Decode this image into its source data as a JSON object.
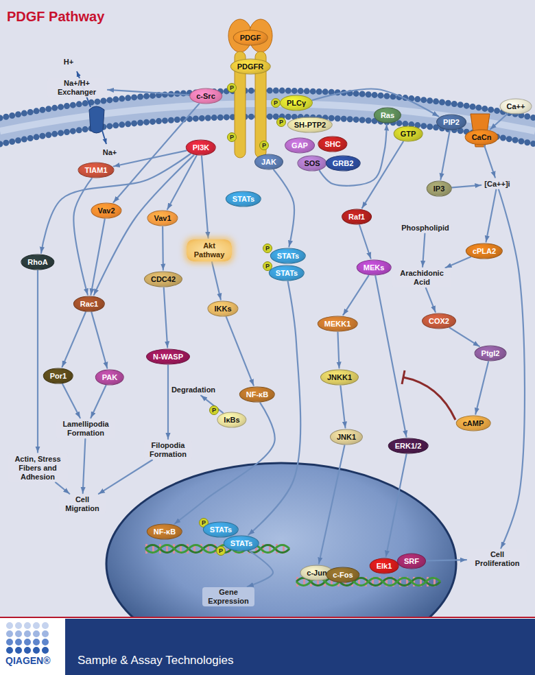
{
  "diagram": {
    "title": "PDGF Pathway",
    "nodes": [
      {
        "text": [
          "PDGF"
        ]
      },
      {
        "text": [
          "PDGFR"
        ]
      },
      {
        "text": [
          "c-Src"
        ]
      },
      {
        "text": [
          "PLCγ"
        ]
      },
      {
        "text": [
          "SH-PTP2"
        ]
      },
      {
        "text": [
          "PI3K"
        ]
      },
      {
        "text": [
          "GAP"
        ]
      },
      {
        "text": [
          "SHC"
        ]
      },
      {
        "text": [
          "SOS"
        ]
      },
      {
        "text": [
          "GRB2"
        ]
      },
      {
        "text": [
          "JAK"
        ]
      },
      {
        "text": [
          "Ras"
        ]
      },
      {
        "text": [
          "GTP"
        ]
      },
      {
        "text": [
          "PIP2"
        ]
      },
      {
        "text": [
          "Na+/H+ Exchanger"
        ]
      },
      {
        "text": [
          "Ca++"
        ]
      },
      {
        "text": [
          "CaCn"
        ]
      },
      {
        "text": [
          "TIAM1"
        ]
      },
      {
        "text": [
          "STATs"
        ]
      },
      {
        "text": [
          "Raf1"
        ]
      },
      {
        "text": [
          "IP3"
        ]
      },
      {
        "text": [
          "[Ca++]i"
        ]
      },
      {
        "text": [
          "Vav2"
        ]
      },
      {
        "text": [
          "Vav1"
        ]
      },
      {
        "text": [
          "Akt Pathway"
        ]
      },
      {
        "text": [
          "STATs"
        ]
      },
      {
        "text": [
          "STATs"
        ]
      },
      {
        "text": [
          "Phospholipid"
        ]
      },
      {
        "text": [
          "cPLA2"
        ]
      },
      {
        "text": [
          "RhoA"
        ]
      },
      {
        "text": [
          "MEKs"
        ]
      },
      {
        "text": [
          "CDC42"
        ]
      },
      {
        "text": [
          "Arachidonic Acid"
        ]
      },
      {
        "text": [
          "Rac1"
        ]
      },
      {
        "text": [
          "IKKs"
        ]
      },
      {
        "text": [
          "MEKK1"
        ]
      },
      {
        "text": [
          "COX2"
        ]
      },
      {
        "text": [
          "N-WASP"
        ]
      },
      {
        "text": [
          "PtgI2"
        ]
      },
      {
        "text": [
          "Por1"
        ]
      },
      {
        "text": [
          "PAK"
        ]
      },
      {
        "text": [
          "JNKK1"
        ]
      },
      {
        "text": [
          "Degradation"
        ]
      },
      {
        "text": [
          "NF-κB"
        ]
      },
      {
        "text": [
          "IκBs"
        ]
      },
      {
        "text": [
          "cAMP"
        ]
      },
      {
        "text": [
          "Lamellipodia Formation"
        ]
      },
      {
        "text": [
          "JNK1"
        ]
      },
      {
        "text": [
          "ERK1/2"
        ]
      },
      {
        "text": [
          "Filopodia Formation"
        ]
      },
      {
        "text": [
          "Actin, Stress Fibers and Adhesion"
        ]
      },
      {
        "text": [
          "Cell Migration"
        ]
      },
      {
        "text": [
          "NF-κB"
        ]
      },
      {
        "text": [
          "STATs"
        ]
      },
      {
        "text": [
          "STATs"
        ]
      },
      {
        "text": [
          "Cell Proliferation"
        ]
      },
      {
        "text": [
          "Elk1"
        ]
      },
      {
        "text": [
          "SRF"
        ]
      },
      {
        "text": [
          "c-Jun"
        ]
      },
      {
        "text": [
          "c-Fos"
        ]
      },
      {
        "text": [
          "Gene Expression"
        ]
      }
    ],
    "edges": [
      {
        "from": 2,
        "to": 14,
        "arrow": "to"
      },
      {
        "from": 2,
        "to": 22,
        "arrow": "to"
      },
      {
        "from": 5,
        "to": 17,
        "arrow": "to"
      },
      {
        "from": 5,
        "to": 29,
        "arrow": "to"
      },
      {
        "from": 5,
        "to": 33,
        "arrow": "to"
      },
      {
        "from": 5,
        "to": 23,
        "arrow": "to"
      },
      {
        "from": 5,
        "to": 24,
        "arrow": "to"
      },
      {
        "from": 3,
        "to": 13,
        "arrow": "to"
      },
      {
        "from": 10,
        "to": 25,
        "arrow": "to"
      },
      {
        "from": 8,
        "to": 11,
        "arrow": "to"
      },
      {
        "from": 12,
        "to": 19,
        "arrow": "to"
      },
      {
        "from": 19,
        "to": 30,
        "arrow": "to"
      },
      {
        "from": 30,
        "to": 35,
        "arrow": "to"
      },
      {
        "from": 30,
        "to": 48,
        "arrow": "to"
      },
      {
        "from": 35,
        "to": 41,
        "arrow": "to"
      },
      {
        "from": 41,
        "to": 47,
        "arrow": "to"
      },
      {
        "from": 47,
        "to": 58,
        "arrow": "to"
      },
      {
        "from": 48,
        "to": 56,
        "arrow": "to"
      },
      {
        "from": 57,
        "to": 55,
        "arrow": "to"
      },
      {
        "from": 13,
        "to": 20,
        "arrow": "to"
      },
      {
        "from": 20,
        "to": 21,
        "arrow": "to"
      },
      {
        "from": 15,
        "to": 16,
        "arrow": "to"
      },
      {
        "from": 16,
        "to": 21,
        "arrow": "to"
      },
      {
        "from": 21,
        "to": 28,
        "arrow": "to"
      },
      {
        "from": 21,
        "to": 55,
        "arrow": "to"
      },
      {
        "from": 27,
        "to": 32,
        "arrow": "to"
      },
      {
        "from": 28,
        "to": 32,
        "arrow": "to"
      },
      {
        "from": 32,
        "to": 36,
        "arrow": "to"
      },
      {
        "from": 36,
        "to": 38,
        "arrow": "to"
      },
      {
        "from": 38,
        "to": 45,
        "arrow": "to"
      },
      {
        "from": 17,
        "to": 33,
        "arrow": "to"
      },
      {
        "from": 22,
        "to": 33,
        "arrow": "to"
      },
      {
        "from": 33,
        "to": 39,
        "arrow": "to"
      },
      {
        "from": 33,
        "to": 40,
        "arrow": "to"
      },
      {
        "from": 23,
        "to": 31,
        "arrow": "to"
      },
      {
        "from": 31,
        "to": 37,
        "arrow": "to"
      },
      {
        "from": 37,
        "to": 49,
        "arrow": "to"
      },
      {
        "from": 39,
        "to": 46,
        "arrow": "to"
      },
      {
        "from": 40,
        "to": 46,
        "arrow": "to"
      },
      {
        "from": 46,
        "to": 51,
        "arrow": "to"
      },
      {
        "from": 49,
        "to": 51,
        "arrow": "to"
      },
      {
        "from": 29,
        "to": 50,
        "arrow": "to"
      },
      {
        "from": 50,
        "to": 51,
        "arrow": "to"
      },
      {
        "from": 24,
        "to": 34,
        "arrow": "to"
      },
      {
        "from": 34,
        "to": 43,
        "arrow": "to"
      },
      {
        "from": 43,
        "to": 52,
        "arrow": "to"
      },
      {
        "from": 44,
        "to": 42,
        "arrow": "to"
      },
      {
        "from": 26,
        "to": 54,
        "arrow": "to"
      },
      {
        "from": 54,
        "to": 60,
        "arrow": "to"
      }
    ],
    "labels": [
      "H+",
      "Na+",
      "P",
      "P",
      "P",
      "P",
      "P",
      "P",
      "P",
      "P",
      "P",
      "P",
      "QIAGEN®",
      "Sample & Assay Technologies"
    ]
  }
}
